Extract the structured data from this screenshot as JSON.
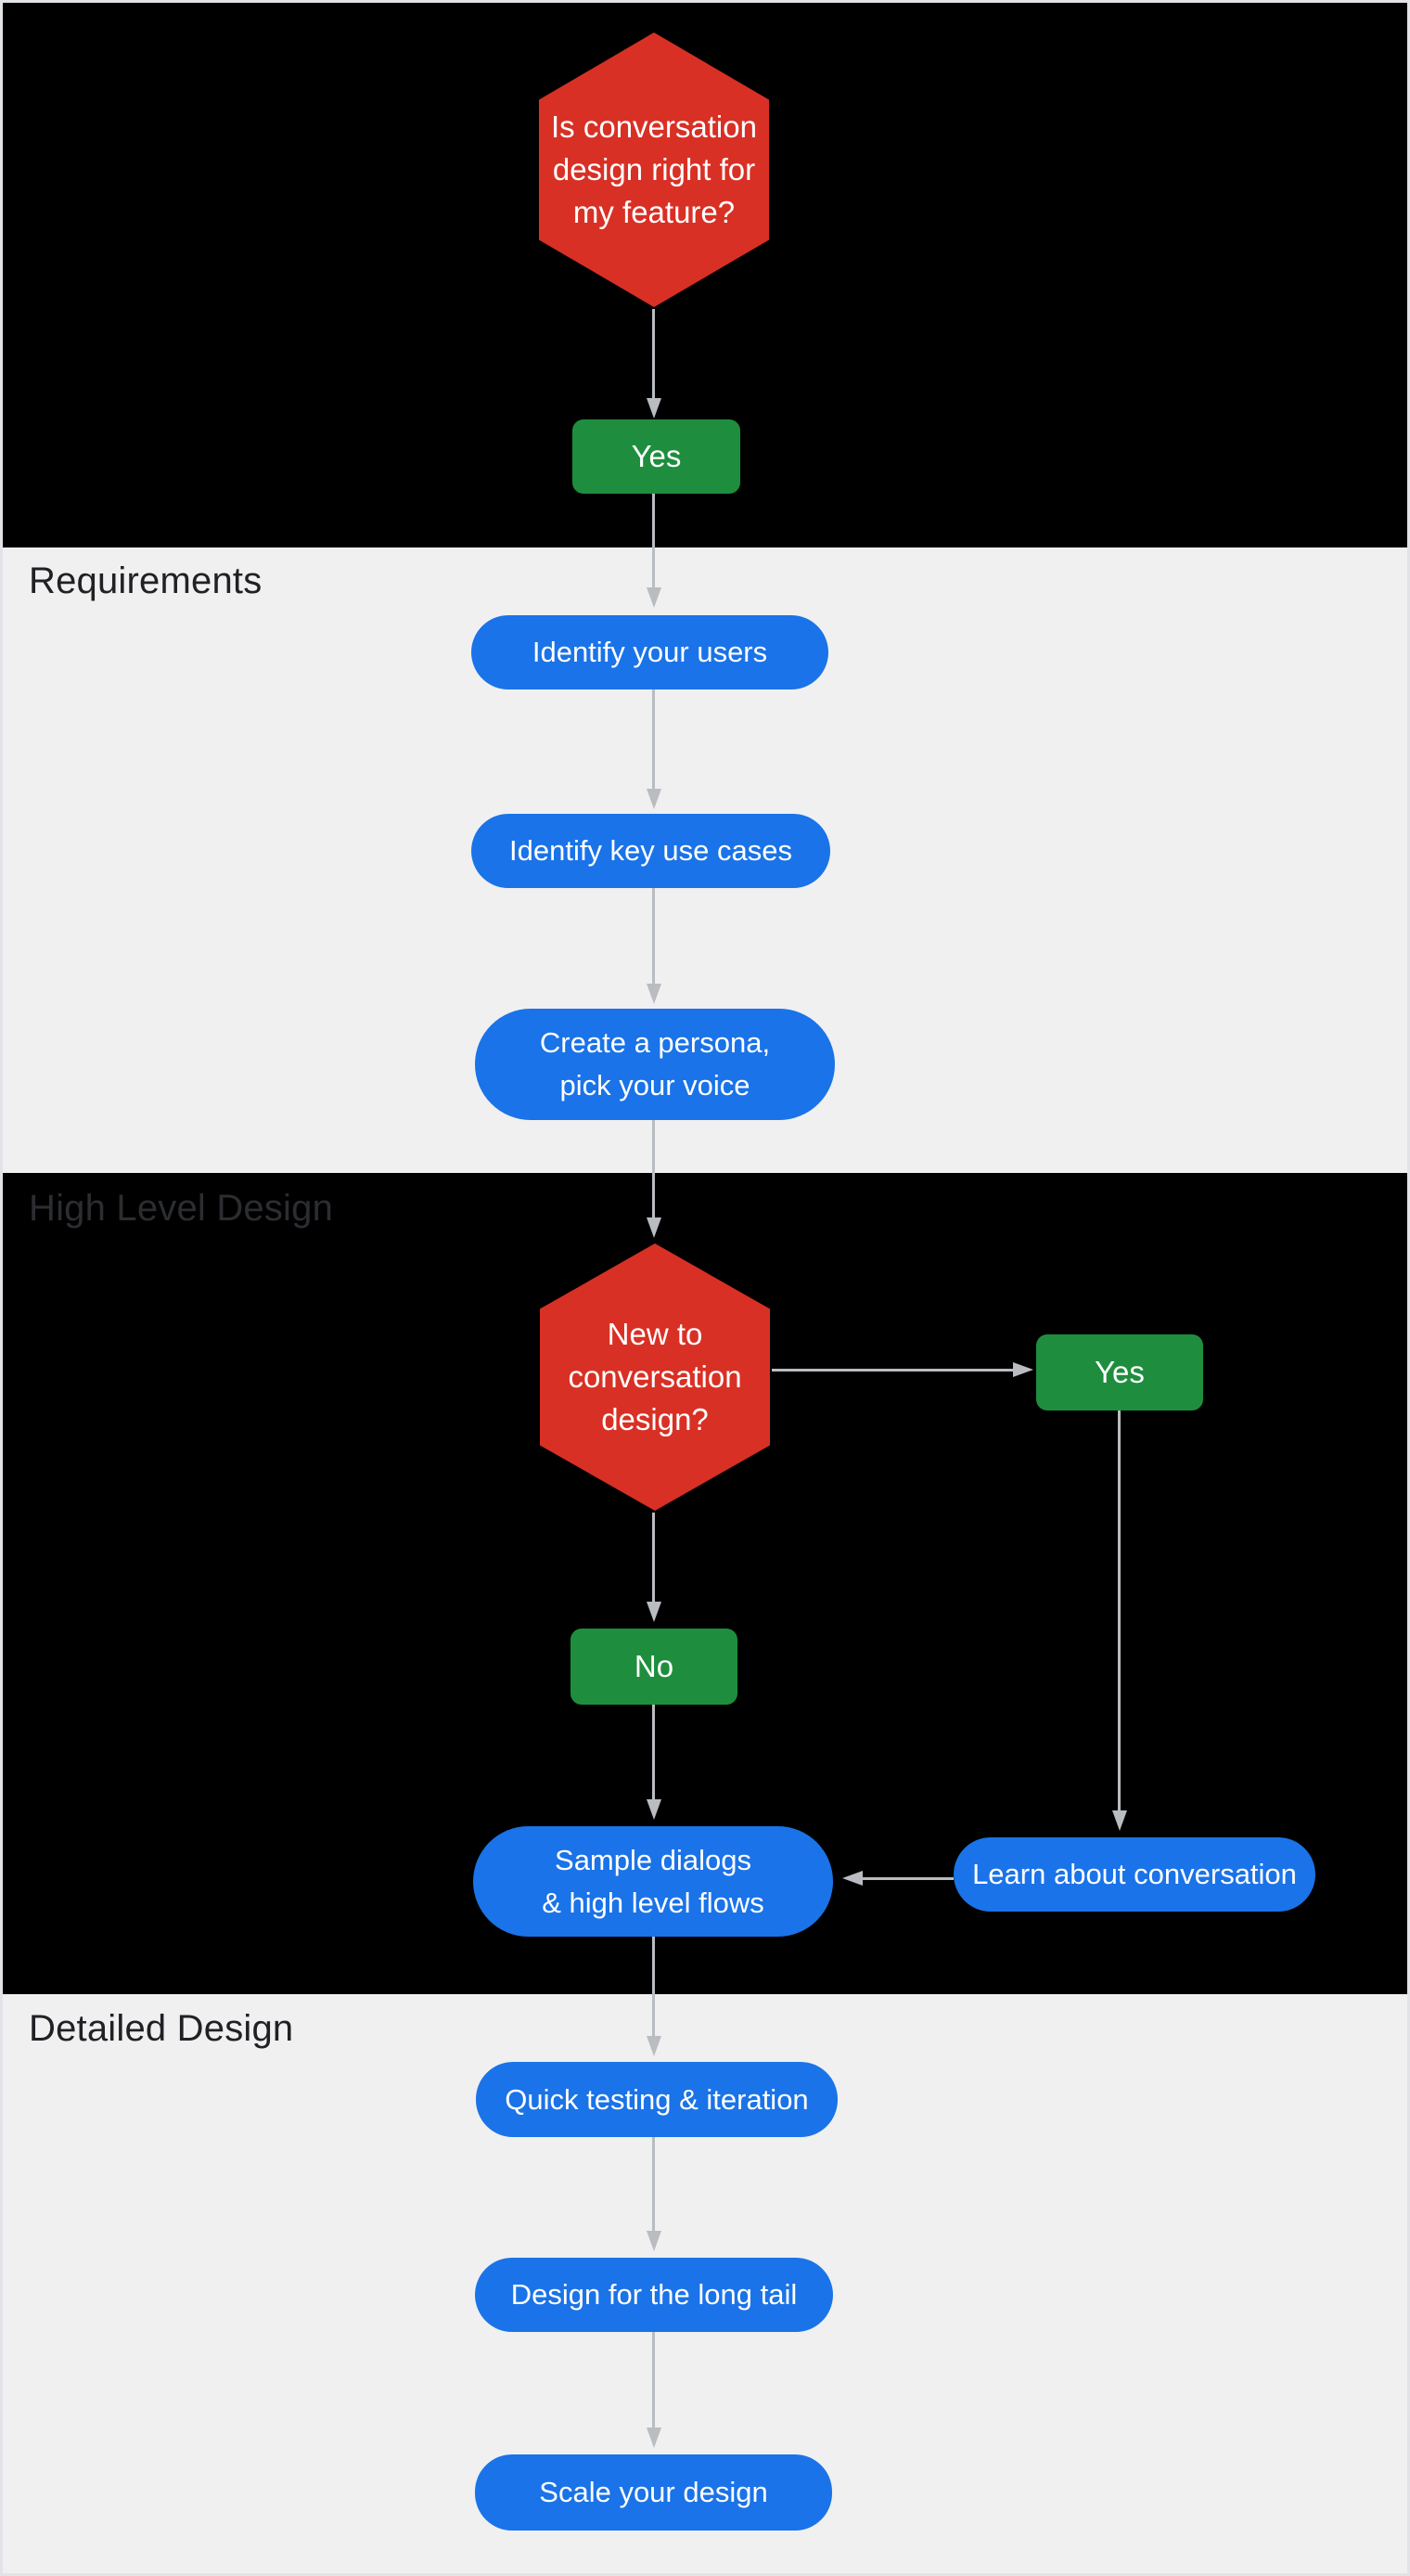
{
  "colors": {
    "canvas-dark": "#000000",
    "canvas-light": "#f0f0f1",
    "frame-border": "#e1e3e6",
    "decision-red": "#d93025",
    "answer-green": "#1e8e3e",
    "step-blue": "#1a73e8",
    "node-text": "#ffffff",
    "arrow-gray": "#b9bcc0",
    "label-dark": "#202124",
    "label-on-dark": "#2b2d31"
  },
  "sections": {
    "requirements": {
      "label": "Requirements"
    },
    "high_level_design": {
      "label": "High Level Design"
    },
    "detailed_design": {
      "label": "Detailed Design"
    }
  },
  "nodes": {
    "decision_feature": {
      "line1": "Is conversation",
      "line2": "design right for",
      "line3": "my feature?"
    },
    "yes_feature": {
      "label": "Yes"
    },
    "identify_users": {
      "label": "Identify your users"
    },
    "identify_use_cases": {
      "label": "Identify key use cases"
    },
    "create_persona": {
      "line1": "Create a persona,",
      "line2": "pick your voice"
    },
    "decision_new_to_cd": {
      "line1": "New to",
      "line2": "conversation",
      "line3": "design?"
    },
    "yes_new": {
      "label": "Yes"
    },
    "no_new": {
      "label": "No"
    },
    "sample_dialogs": {
      "line1": "Sample dialogs",
      "line2": "& high level flows"
    },
    "learn_conversation": {
      "label": "Learn about conversation"
    },
    "quick_testing": {
      "label": "Quick testing & iteration"
    },
    "design_long_tail": {
      "label": "Design for the long tail"
    },
    "scale_design": {
      "label": "Scale your design"
    }
  }
}
